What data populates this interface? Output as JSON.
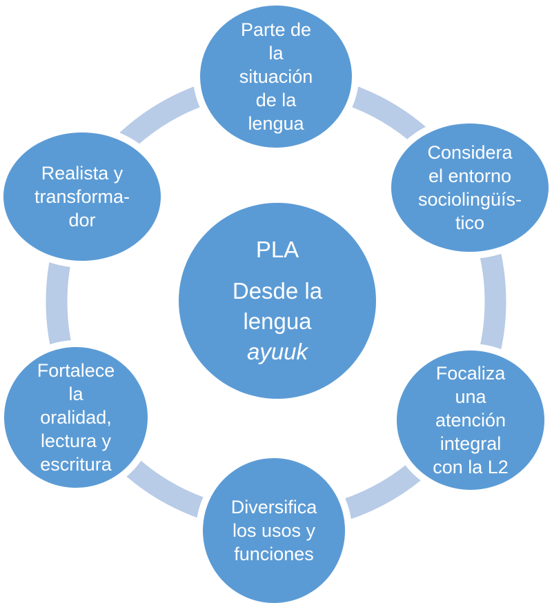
{
  "diagram": {
    "type": "cycle",
    "center": {
      "heading": "PLA",
      "line": "Desde la\nlengua",
      "italic_word": "ayuuk"
    },
    "nodes": [
      {
        "id": "parte-situacion",
        "label": "Parte de\nla\nsituación\nde la\nlengua"
      },
      {
        "id": "considera-entorno",
        "label": "Considera\nel entorno\nsociolingüís-\ntico"
      },
      {
        "id": "focaliza-atencion",
        "label": "Focaliza\nuna\natención\nintegral\ncon la L2"
      },
      {
        "id": "diversifica-usos",
        "label": "Diversifica\nlos usos y\nfunciones"
      },
      {
        "id": "fortalece-oralidad",
        "label": "Fortalece\nla\noralidad,\nlectura y\nescritura"
      },
      {
        "id": "realista-transformador",
        "label": "Realista y\ntransforma-\ndor"
      }
    ],
    "colors": {
      "node_fill": "#5b9bd5",
      "ring": "#b8cbe7",
      "text": "#ffffff",
      "background": "#ffffff"
    }
  }
}
